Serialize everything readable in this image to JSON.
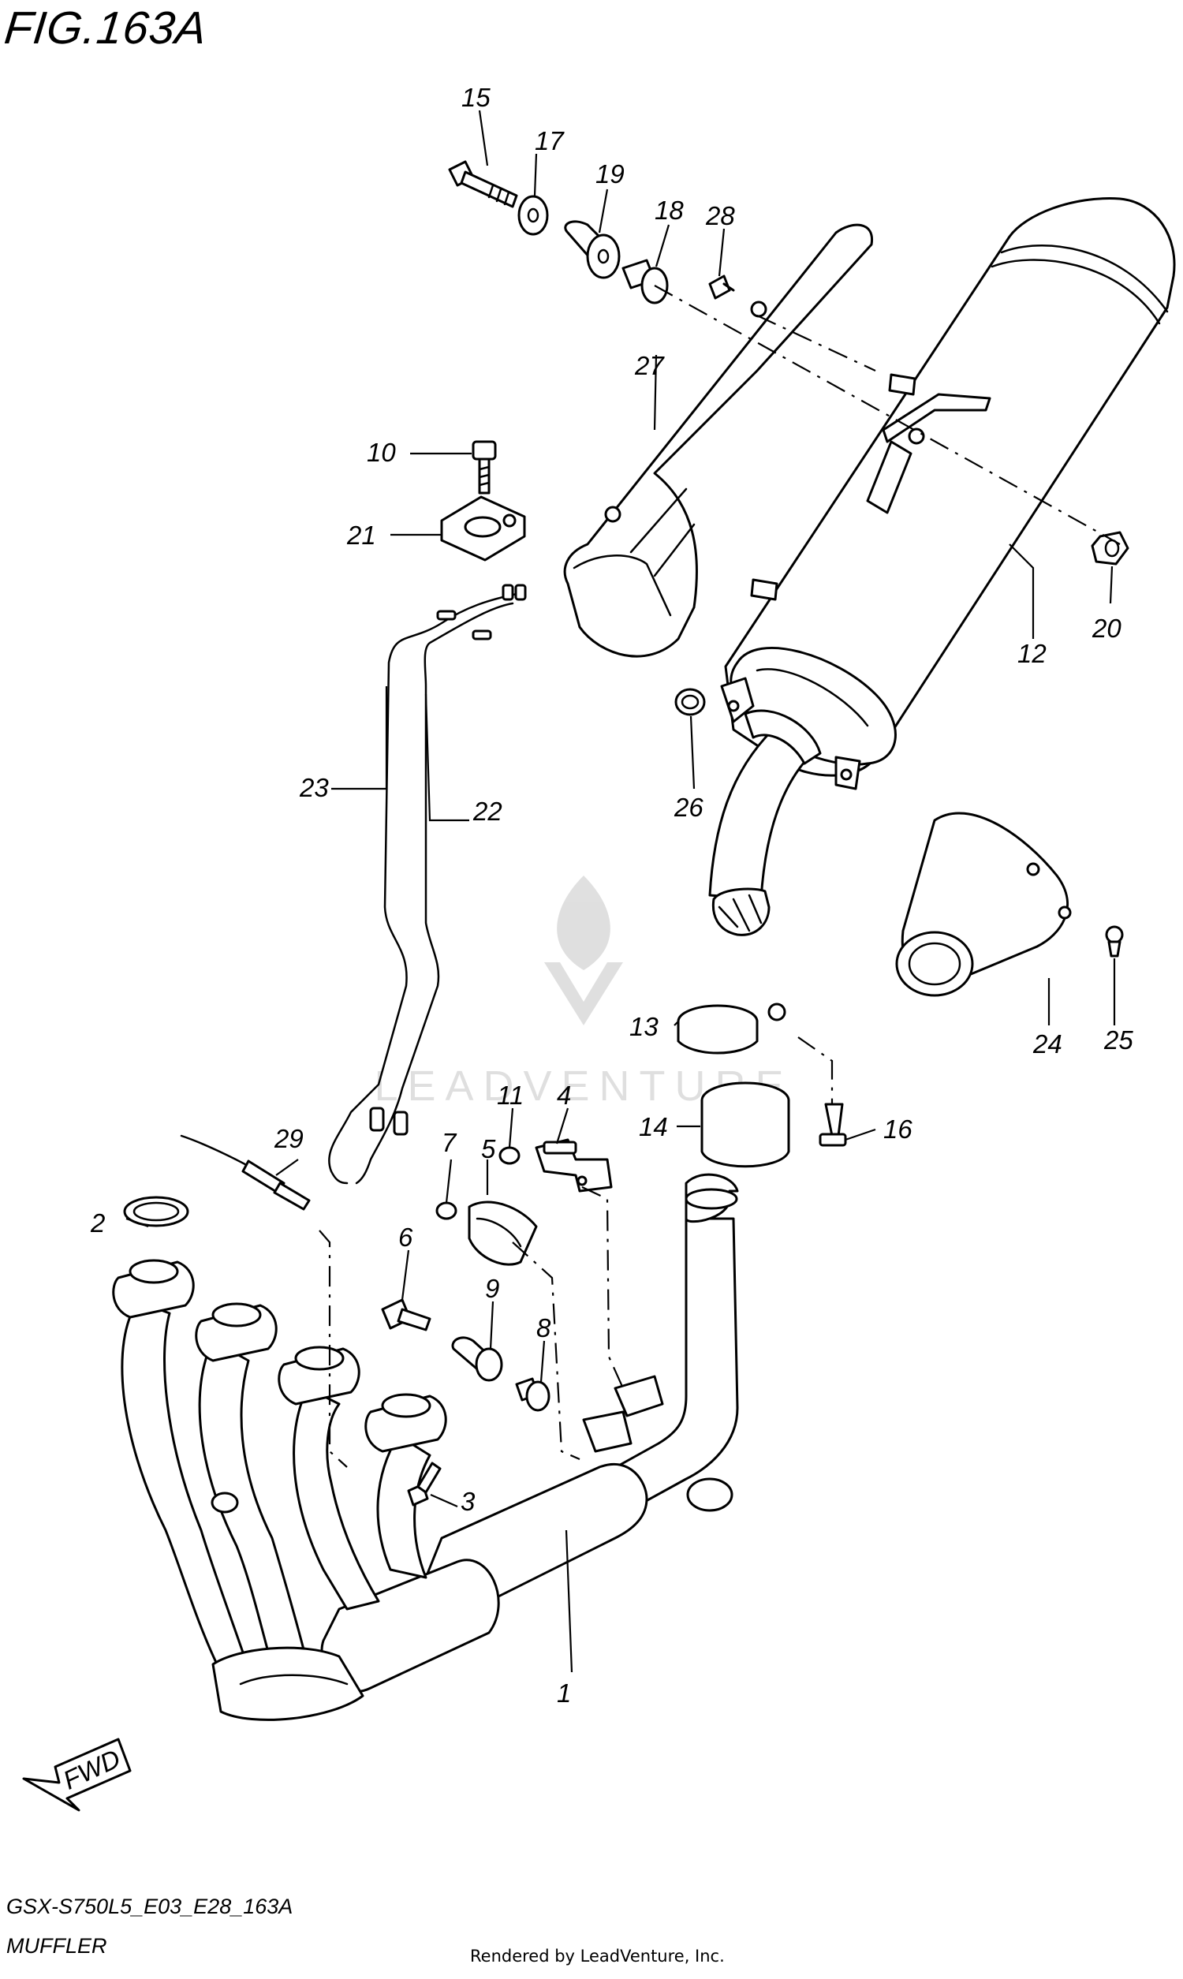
{
  "figure": {
    "title": "FIG.163A",
    "code": "GSX-S750L5_E03_E28_163A",
    "name": "MUFFLER",
    "credit": "Rendered by LeadVenture, Inc.",
    "watermark": "LEADVENTURE",
    "fwd_label": "FWD"
  },
  "callouts": [
    "1",
    "2",
    "3",
    "4",
    "5",
    "6",
    "7",
    "8",
    "9",
    "10",
    "11",
    "12",
    "13",
    "14",
    "15",
    "16",
    "17",
    "18",
    "19",
    "20",
    "21",
    "22",
    "23",
    "24",
    "25",
    "26",
    "27",
    "28",
    "29"
  ]
}
